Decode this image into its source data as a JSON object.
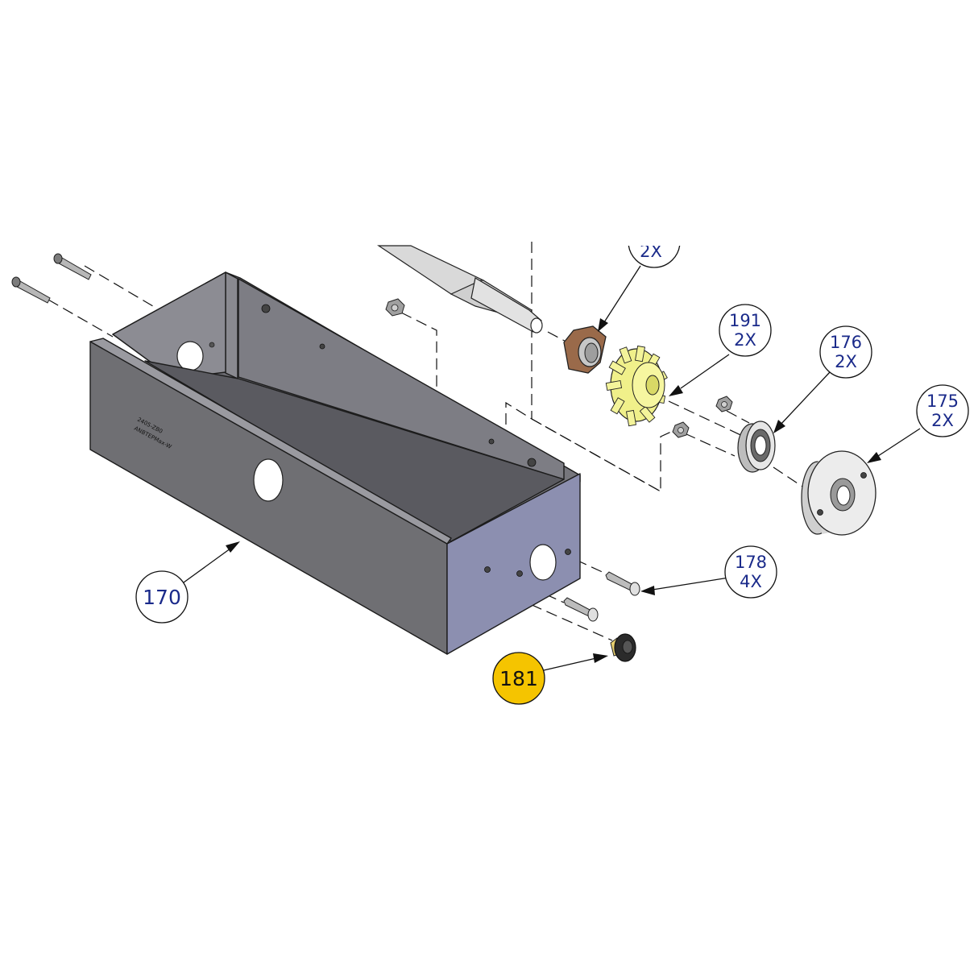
{
  "callouts": [
    {
      "id": "170",
      "label": "170",
      "qty": ""
    },
    {
      "id": "181",
      "label": "181",
      "qty": "",
      "highlight": true,
      "highlight_color": "#f5c400"
    },
    {
      "id": "178",
      "label": "178",
      "qty": "4X"
    },
    {
      "id": "175",
      "label": "175",
      "qty": "2X"
    },
    {
      "id": "176",
      "label": "176",
      "qty": "2X"
    },
    {
      "id": "191",
      "label": "191",
      "qty": "2X"
    },
    {
      "id": "nut_top",
      "label": "",
      "qty": "2X"
    }
  ],
  "housing_stamp": {
    "line1": "2405-ZB0",
    "line2": "ANBTEPMax-W"
  },
  "colors": {
    "housing_outer": "#6f6f73",
    "housing_inner": "#8a8a90",
    "housing_end": "#8c8fb0",
    "gear": "#f0f08a",
    "bronze_nut": "#9a6a4a",
    "highlight": "#f5c400",
    "callout_text": "#1a2a8a"
  }
}
